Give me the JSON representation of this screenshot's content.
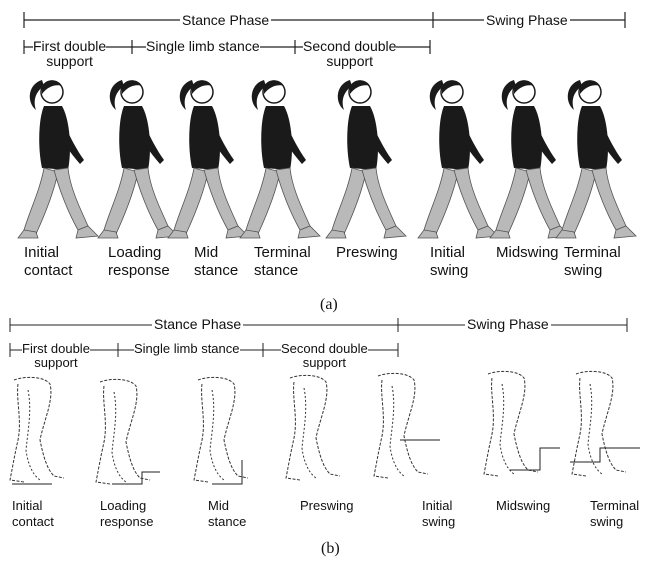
{
  "panel_a": {
    "stance_phase": "Stance Phase",
    "swing_phase": "Swing Phase",
    "first_double_1": "First double",
    "first_double_2": "support",
    "single_limb": "Single limb stance",
    "second_double_1": "Second double",
    "second_double_2": "support",
    "labels": [
      [
        "Initial",
        "contact"
      ],
      [
        "Loading",
        "response"
      ],
      [
        "Mid",
        "stance"
      ],
      [
        "Terminal",
        "stance"
      ],
      [
        "Preswing",
        ""
      ],
      [
        "Initial",
        "swing"
      ],
      [
        "Midswing",
        ""
      ],
      [
        "Terminal",
        "swing"
      ]
    ],
    "caption": "(a)"
  },
  "panel_b": {
    "stance_phase": "Stance Phase",
    "swing_phase": "Swing Phase",
    "first_double_1": "First double",
    "first_double_2": "support",
    "single_limb": "Single limb stance",
    "second_double_1": "Second double",
    "second_double_2": "support",
    "labels": [
      [
        "Initial",
        "contact"
      ],
      [
        "Loading",
        "response"
      ],
      [
        "Mid",
        "stance"
      ],
      [
        "Preswing",
        ""
      ],
      [
        "Initial",
        "swing"
      ],
      [
        "Midswing",
        ""
      ],
      [
        "Terminal",
        "swing"
      ]
    ],
    "caption": "(b)"
  },
  "colors": {
    "figure_dark": "#1a1a1a",
    "figure_leg": "#b9b9b9",
    "line": "#222222"
  }
}
